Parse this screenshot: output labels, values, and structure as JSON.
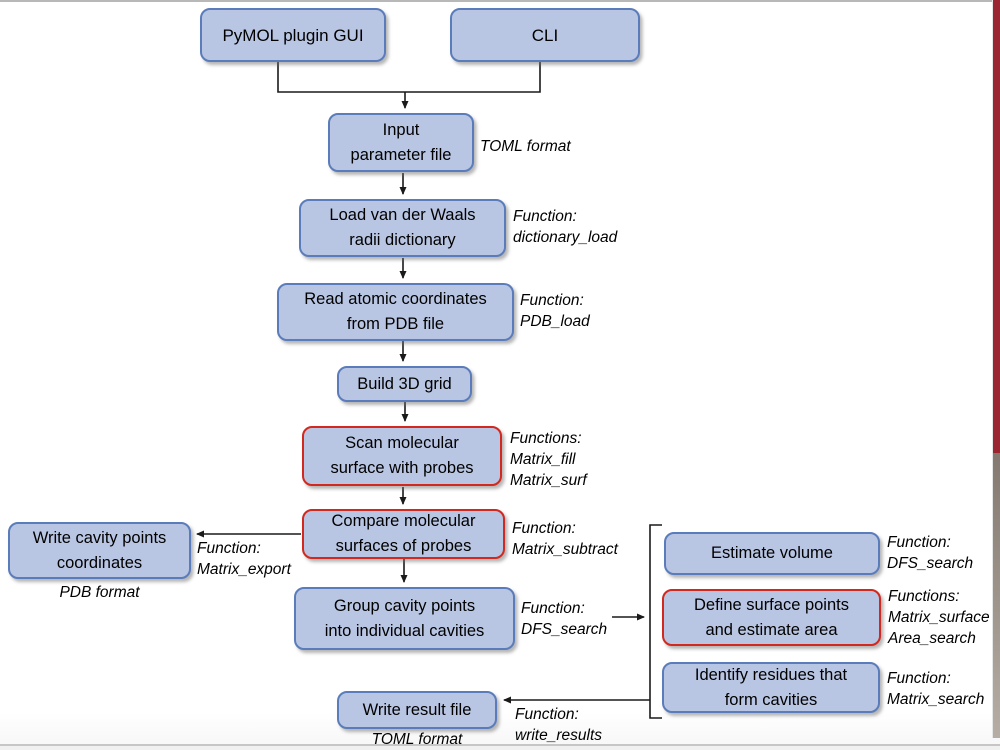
{
  "colors": {
    "box_fill": "#b9c6e3",
    "box_border": "#5b7cba",
    "highlight_border": "#d2281e",
    "line": "#1a1a1a",
    "edge_red": "#9b2531"
  },
  "nodes": {
    "pymol_gui": {
      "label": "PyMOL plugin GUI"
    },
    "cli": {
      "label": "CLI"
    },
    "input_file": {
      "label": [
        "Input",
        "parameter file"
      ]
    },
    "load_vdw": {
      "label": [
        "Load van der Waals",
        "radii dictionary"
      ]
    },
    "read_pdb": {
      "label": [
        "Read atomic coordinates",
        "from PDB file"
      ]
    },
    "build_grid": {
      "label": "Build 3D grid"
    },
    "scan_surface": {
      "label": [
        "Scan molecular",
        "surface with probes"
      ]
    },
    "compare_surfaces": {
      "label": [
        "Compare molecular",
        "surfaces of probes"
      ]
    },
    "write_cavity": {
      "label": [
        "Write cavity points",
        "coordinates"
      ]
    },
    "group_points": {
      "label": [
        "Group cavity points",
        "into individual cavities"
      ]
    },
    "estimate_volume": {
      "label": "Estimate volume"
    },
    "define_surface": {
      "label": [
        "Define surface points",
        "and estimate area"
      ]
    },
    "identify_residues": {
      "label": [
        "Identify residues that",
        "form cavities"
      ]
    },
    "write_result": {
      "label": "Write result file"
    }
  },
  "annotations": {
    "input_format": "TOML format",
    "load_vdw_fn": [
      "Function:",
      "dictionary_load"
    ],
    "read_pdb_fn": [
      "Function:",
      "PDB_load"
    ],
    "scan_fn": [
      "Functions:",
      "Matrix_fill",
      "Matrix_surf"
    ],
    "compare_fn": [
      "Function:",
      "Matrix_subtract"
    ],
    "export_fn": [
      "Function:",
      "Matrix_export"
    ],
    "write_cavity_format": "PDB format",
    "group_fn": [
      "Function:",
      "DFS_search"
    ],
    "volume_fn": [
      "Function:",
      "DFS_search"
    ],
    "surface_fn": [
      "Functions:",
      "Matrix_surface",
      "Area_search"
    ],
    "residues_fn": [
      "Function:",
      "Matrix_search"
    ],
    "write_result_fn": [
      "Function:",
      "write_results"
    ],
    "write_result_format": "TOML format"
  }
}
